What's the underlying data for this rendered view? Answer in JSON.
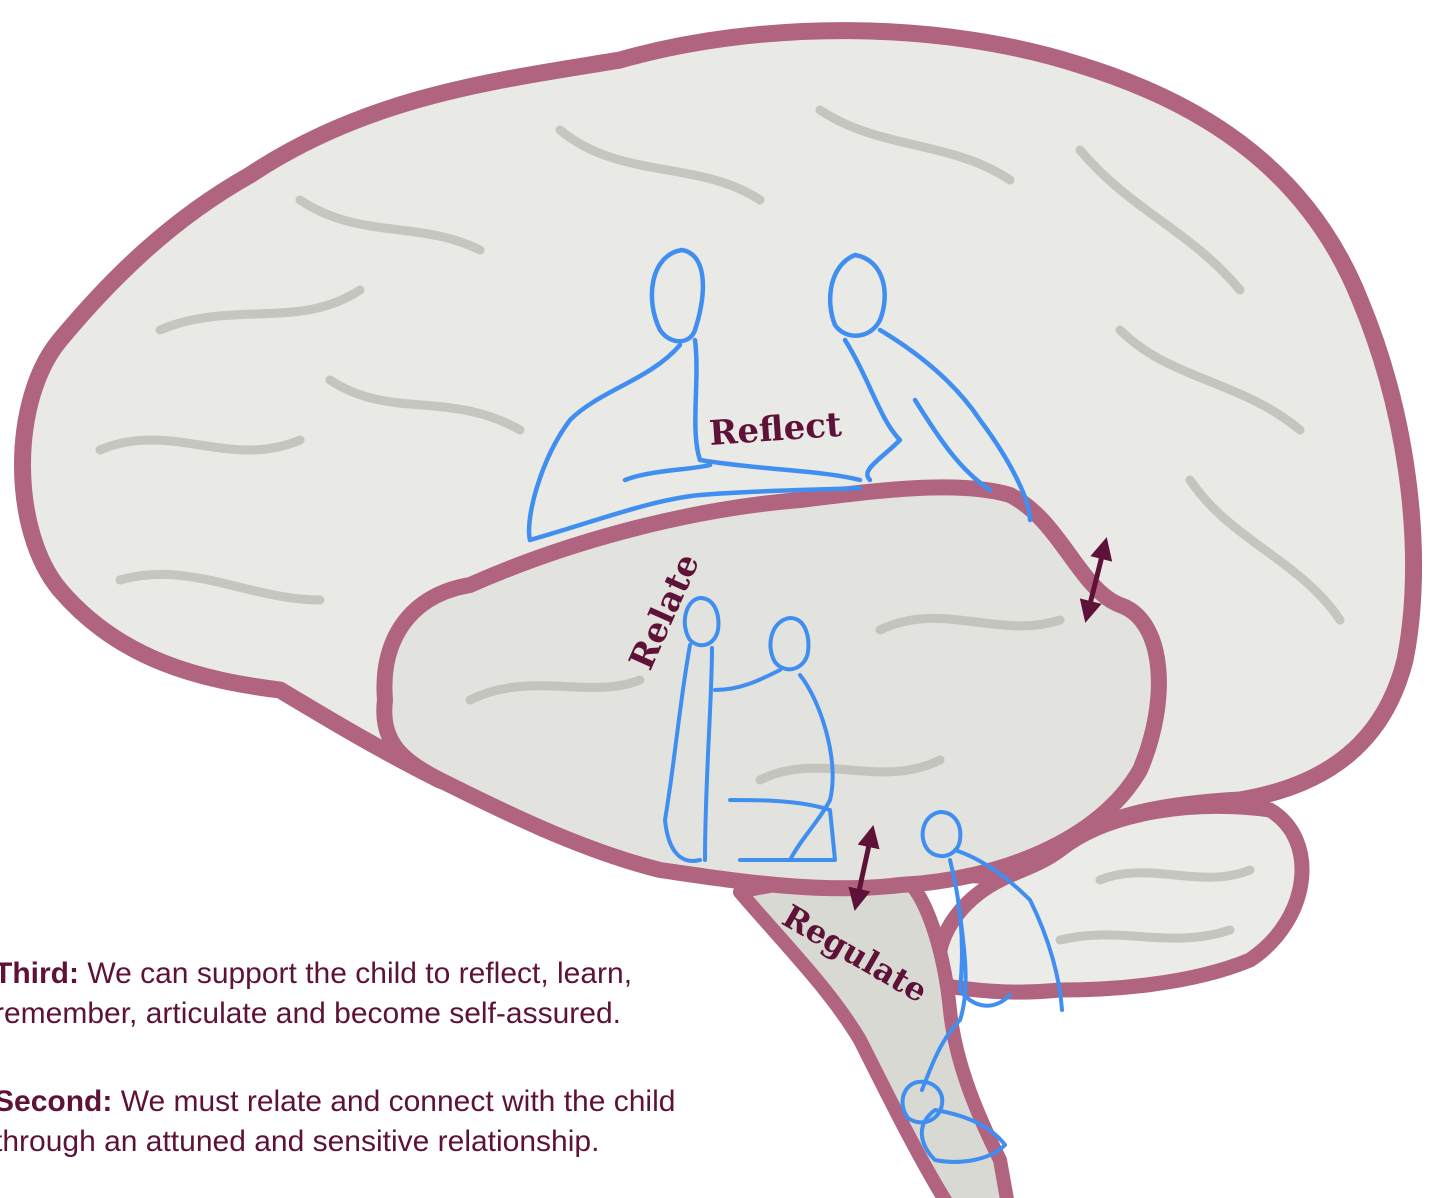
{
  "labels": {
    "reflect": "Reflect",
    "relate": "Relate",
    "regulate": "Regulate"
  },
  "captions": {
    "third": {
      "heading": "Third:",
      "line1": " We can support the child to reflect, learn,",
      "line2": "remember, articulate and become self-assured."
    },
    "second": {
      "heading": "Second:",
      "line1": " We must relate and connect with the child",
      "line2": "through an attuned and sensitive relationship."
    }
  },
  "colors": {
    "outline": "#b0647f",
    "brain_fill": "#e9e9e6",
    "fold_shadow": "#b9b8b2",
    "figure_stroke": "#3f8ef0",
    "label_text": "#5e1238",
    "arrow": "#5e1238"
  },
  "icons": {
    "arrow": "double-headed-arrow",
    "figures": [
      "two-seated-people-figures",
      "kneeling-adult-and-child-figures",
      "bending-adult-and-toddler-figures"
    ]
  }
}
